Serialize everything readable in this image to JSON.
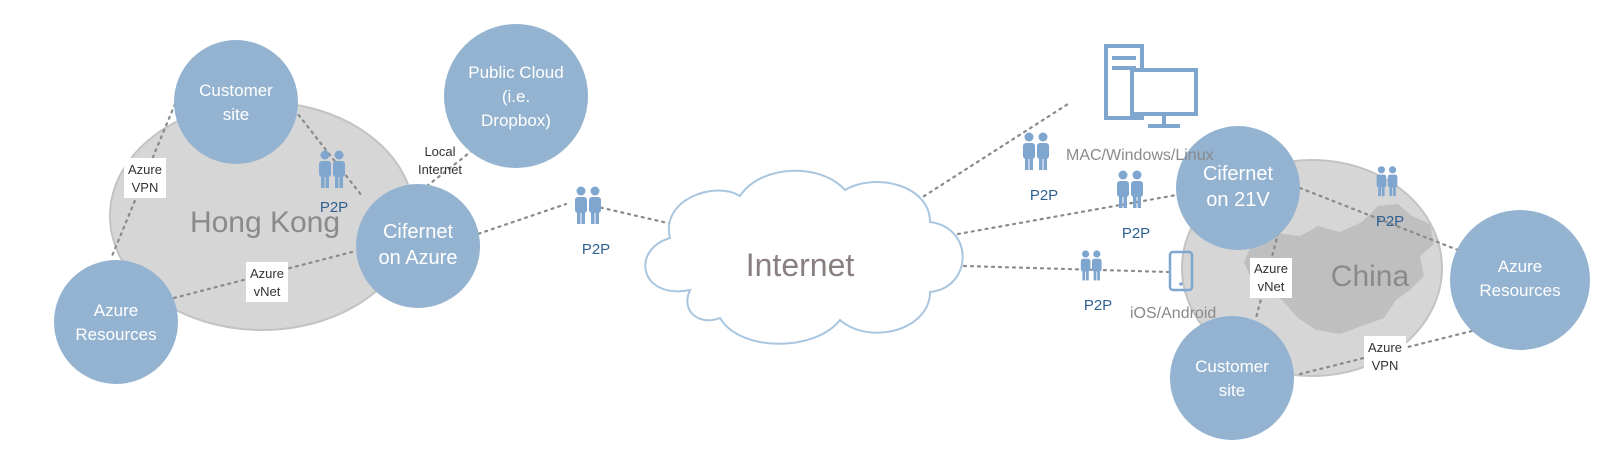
{
  "regions": {
    "left": {
      "label": "Hong Kong"
    },
    "right": {
      "label": "China"
    }
  },
  "nodes": {
    "hk_customer": [
      "Customer",
      "site"
    ],
    "public_cloud": [
      "Public Cloud",
      "(i.e.",
      "Dropbox)"
    ],
    "cifernet_azure": [
      "Cifernet",
      "on Azure"
    ],
    "hk_azure_resources": [
      "Azure",
      "Resources"
    ],
    "cifernet_21v": [
      "Cifernet",
      "on 21V"
    ],
    "cn_azure_resources": [
      "Azure",
      "Resources"
    ],
    "cn_customer": [
      "Customer",
      "site"
    ]
  },
  "internet": {
    "label": "Internet"
  },
  "link_labels": {
    "hk_vpn": [
      "Azure",
      "VPN"
    ],
    "hk_vnet": [
      "Azure",
      "vNet"
    ],
    "local_internet": [
      "Local",
      "Internet"
    ],
    "cn_vnet": [
      "Azure",
      "vNet"
    ],
    "cn_vpn": [
      "Azure",
      "VPN"
    ]
  },
  "p2p": {
    "hk": "P2P",
    "internet_left": "P2P",
    "desktop": "P2P",
    "mid_right": "P2P",
    "mobile": "P2P",
    "china": "P2P"
  },
  "devices": {
    "desktop": "MAC/Windows/Linux",
    "mobile": "iOS/Android"
  },
  "colors": {
    "node_fill": "#93b3d1",
    "region_fill": "#d6d6d6",
    "accent": "#7ea6cf"
  }
}
